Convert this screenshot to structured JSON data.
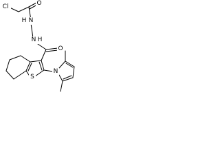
{
  "atoms": {
    "chlorine": "Cl",
    "carbonyl_oxygen_top": "O",
    "hydrazide_nh_1": "N",
    "hydrazide_nh_1_h": "H",
    "hydrazide_nh_2": "N",
    "hydrazide_nh_2_h": "H",
    "carbonyl_oxygen_right": "O",
    "thiophene_sulfur": "S",
    "pyrrole_nitrogen": "N"
  }
}
